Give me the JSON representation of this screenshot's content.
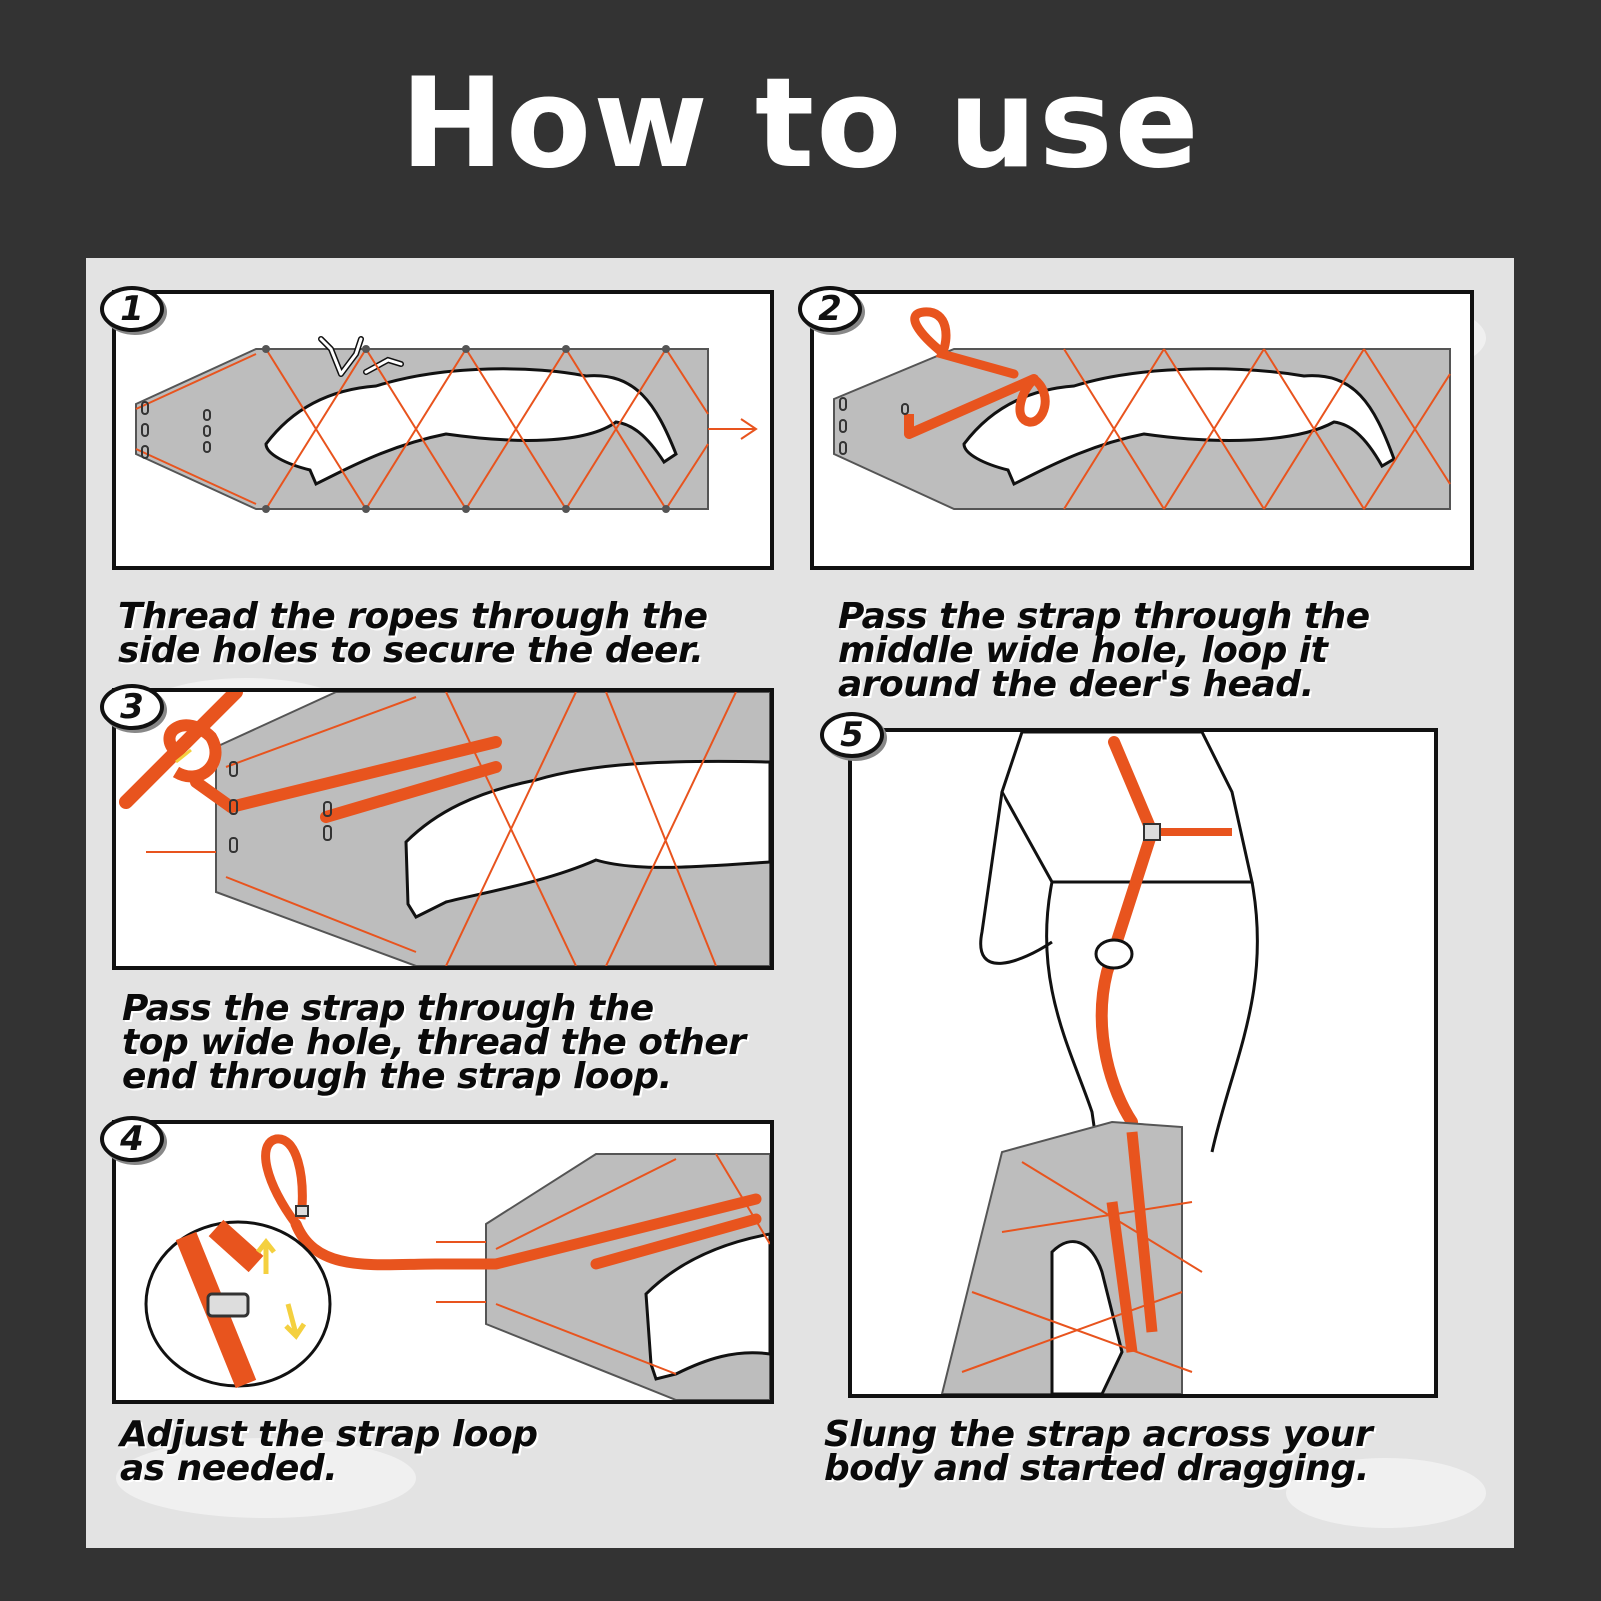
{
  "page_title": "How to use",
  "steps": [
    {
      "number": "1",
      "caption": "Thread the ropes through the\nside holes to secure the deer."
    },
    {
      "number": "2",
      "caption": "Pass the strap through the\nmiddle wide hole, loop it\naround the deer's head."
    },
    {
      "number": "3",
      "caption": "Pass the strap through the\ntop wide hole, thread the other\nend through the strap loop."
    },
    {
      "number": "4",
      "caption": "Adjust the strap loop\nas needed."
    },
    {
      "number": "5",
      "caption": "Slung the strap across your\nbody and started dragging."
    }
  ],
  "colors": {
    "background": "#333333",
    "sheet": "#e3e3e3",
    "strap": "#e8541e",
    "sled": "#bdbdbd",
    "text": "#0a0a0a"
  }
}
